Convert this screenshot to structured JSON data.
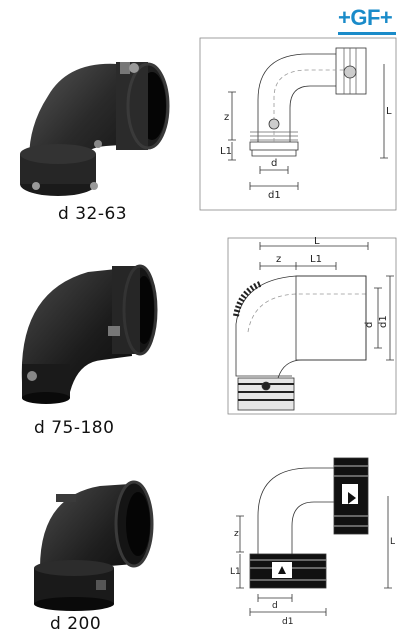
{
  "logo": {
    "text": "+GF+",
    "color": "#1a8bc9"
  },
  "products": [
    {
      "size_label": "d 32-63",
      "drawing_labels": {
        "z": "z",
        "l1": "L1",
        "l": "L",
        "d": "d",
        "d1": "d1"
      }
    },
    {
      "size_label": "d 75-180",
      "drawing_labels": {
        "l": "L",
        "z": "z",
        "l1": "L1",
        "d": "d",
        "d1": "d1"
      }
    },
    {
      "size_label": "d 200",
      "drawing_labels": {
        "z": "z",
        "l1": "L1",
        "l": "L",
        "d": "d",
        "d1": "d1"
      }
    }
  ]
}
